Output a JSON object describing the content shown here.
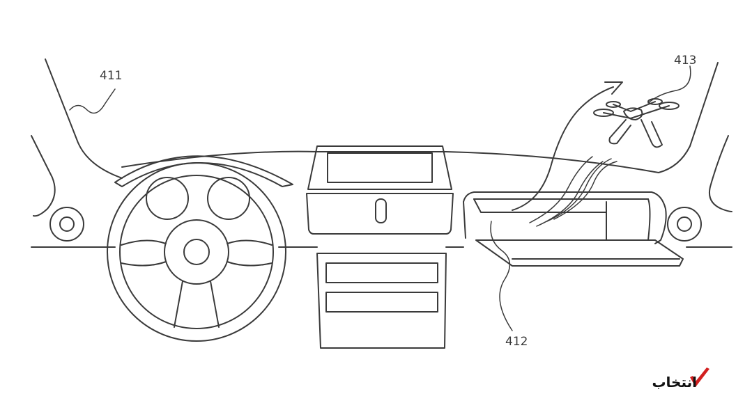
{
  "labels": {
    "ref_411": "411",
    "ref_412": "412",
    "ref_413": "413"
  },
  "watermark": {
    "text": "انتخاب",
    "accent_color": "#d21f1f"
  },
  "colors": {
    "line": "#3a3a3a",
    "background": "#ffffff"
  }
}
